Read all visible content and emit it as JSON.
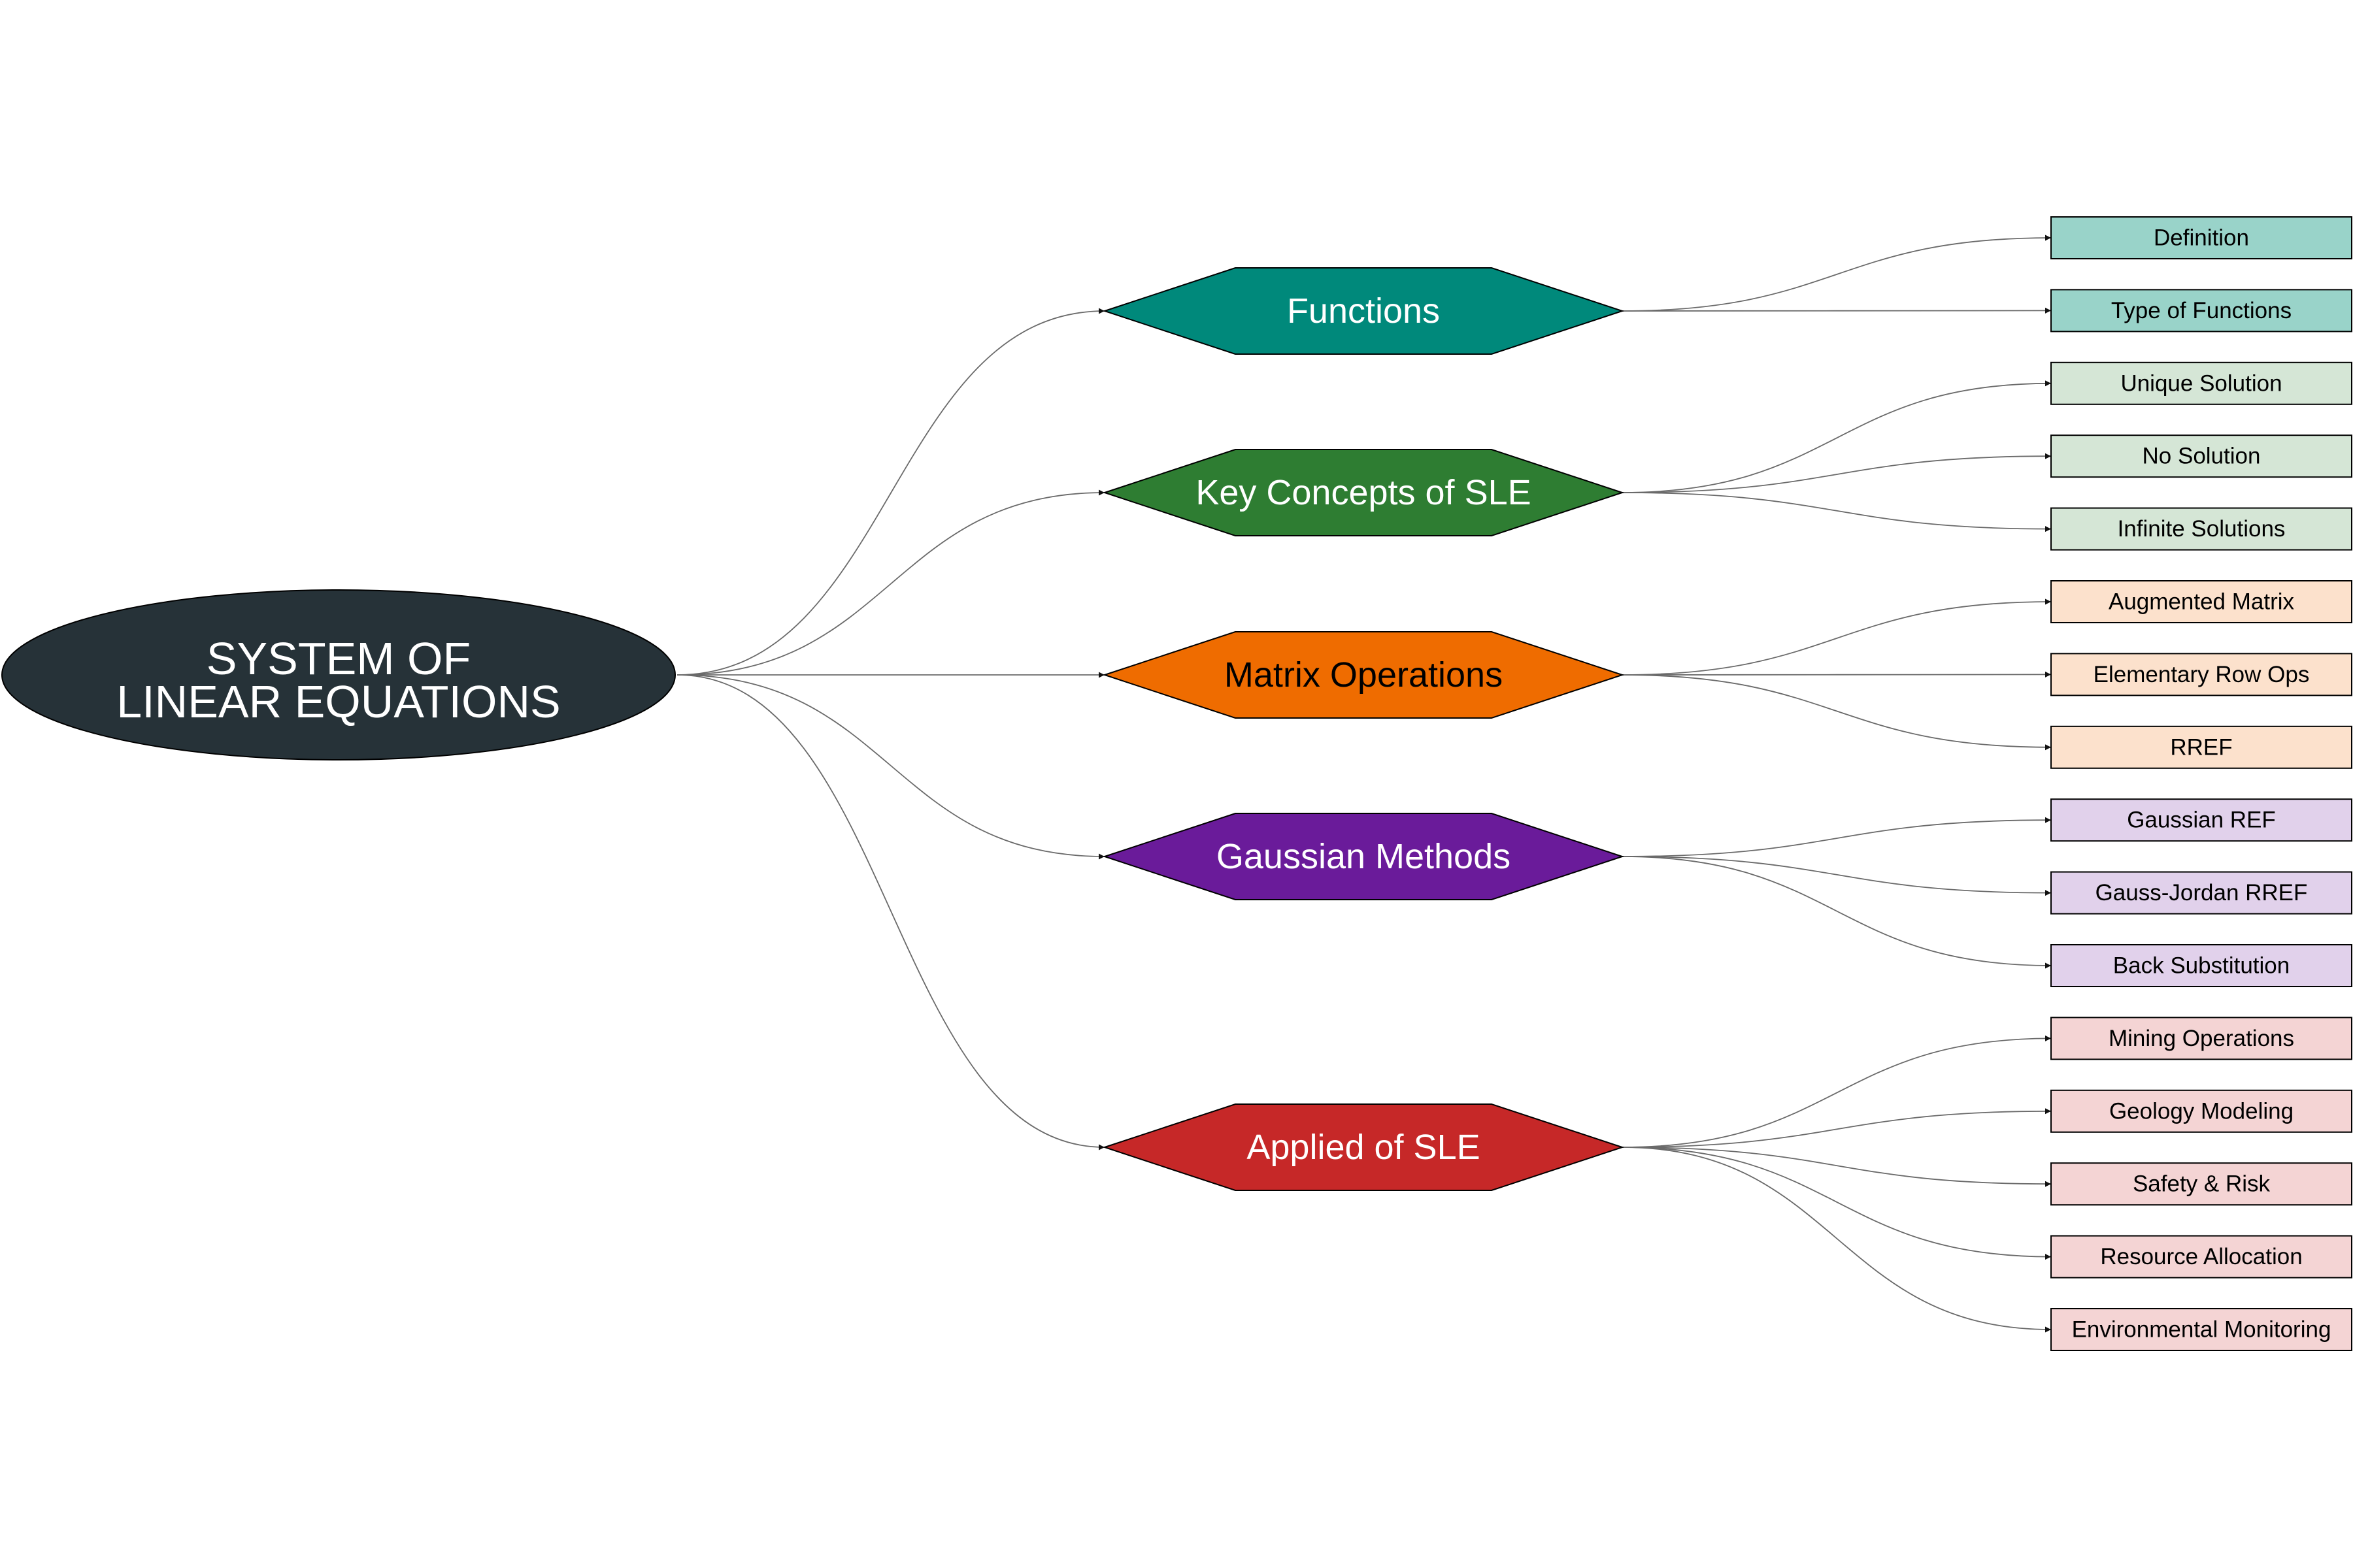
{
  "root": {
    "lines": [
      "SYSTEM OF",
      "LINEAR EQUATIONS"
    ],
    "fill": "#263238",
    "text_color": "#ffffff"
  },
  "branches": [
    {
      "label": "Functions",
      "fill": "#00897b",
      "text_color": "#ffffff",
      "leaf_fill": "#99d3c9",
      "leaves": [
        "Definition",
        "Type of Functions"
      ]
    },
    {
      "label": "Key Concepts of SLE",
      "fill": "#2e7d32",
      "text_color": "#ffffff",
      "leaf_fill": "#d5e6d6",
      "leaves": [
        "Unique Solution",
        "No Solution",
        "Infinite Solutions"
      ]
    },
    {
      "label": "Matrix Operations",
      "fill": "#ef6c00",
      "text_color": "#000000",
      "leaf_fill": "#fce1cc",
      "leaves": [
        "Augmented Matrix",
        "Elementary Row Ops",
        "RREF"
      ]
    },
    {
      "label": "Gaussian Methods",
      "fill": "#6a1b9a",
      "text_color": "#ffffff",
      "leaf_fill": "#e1d1eb",
      "leaves": [
        "Gaussian REF",
        "Gauss-Jordan RREF",
        "Back Substitution"
      ]
    },
    {
      "label": "Applied of SLE",
      "fill": "#c62828",
      "text_color": "#ffffff",
      "leaf_fill": "#f4d4d4",
      "leaves": [
        "Mining Operations",
        "Geology Modeling",
        "Safety & Risk",
        "Resource Allocation",
        "Environmental Monitoring"
      ]
    }
  ],
  "edge_color": "#6a6a6a"
}
